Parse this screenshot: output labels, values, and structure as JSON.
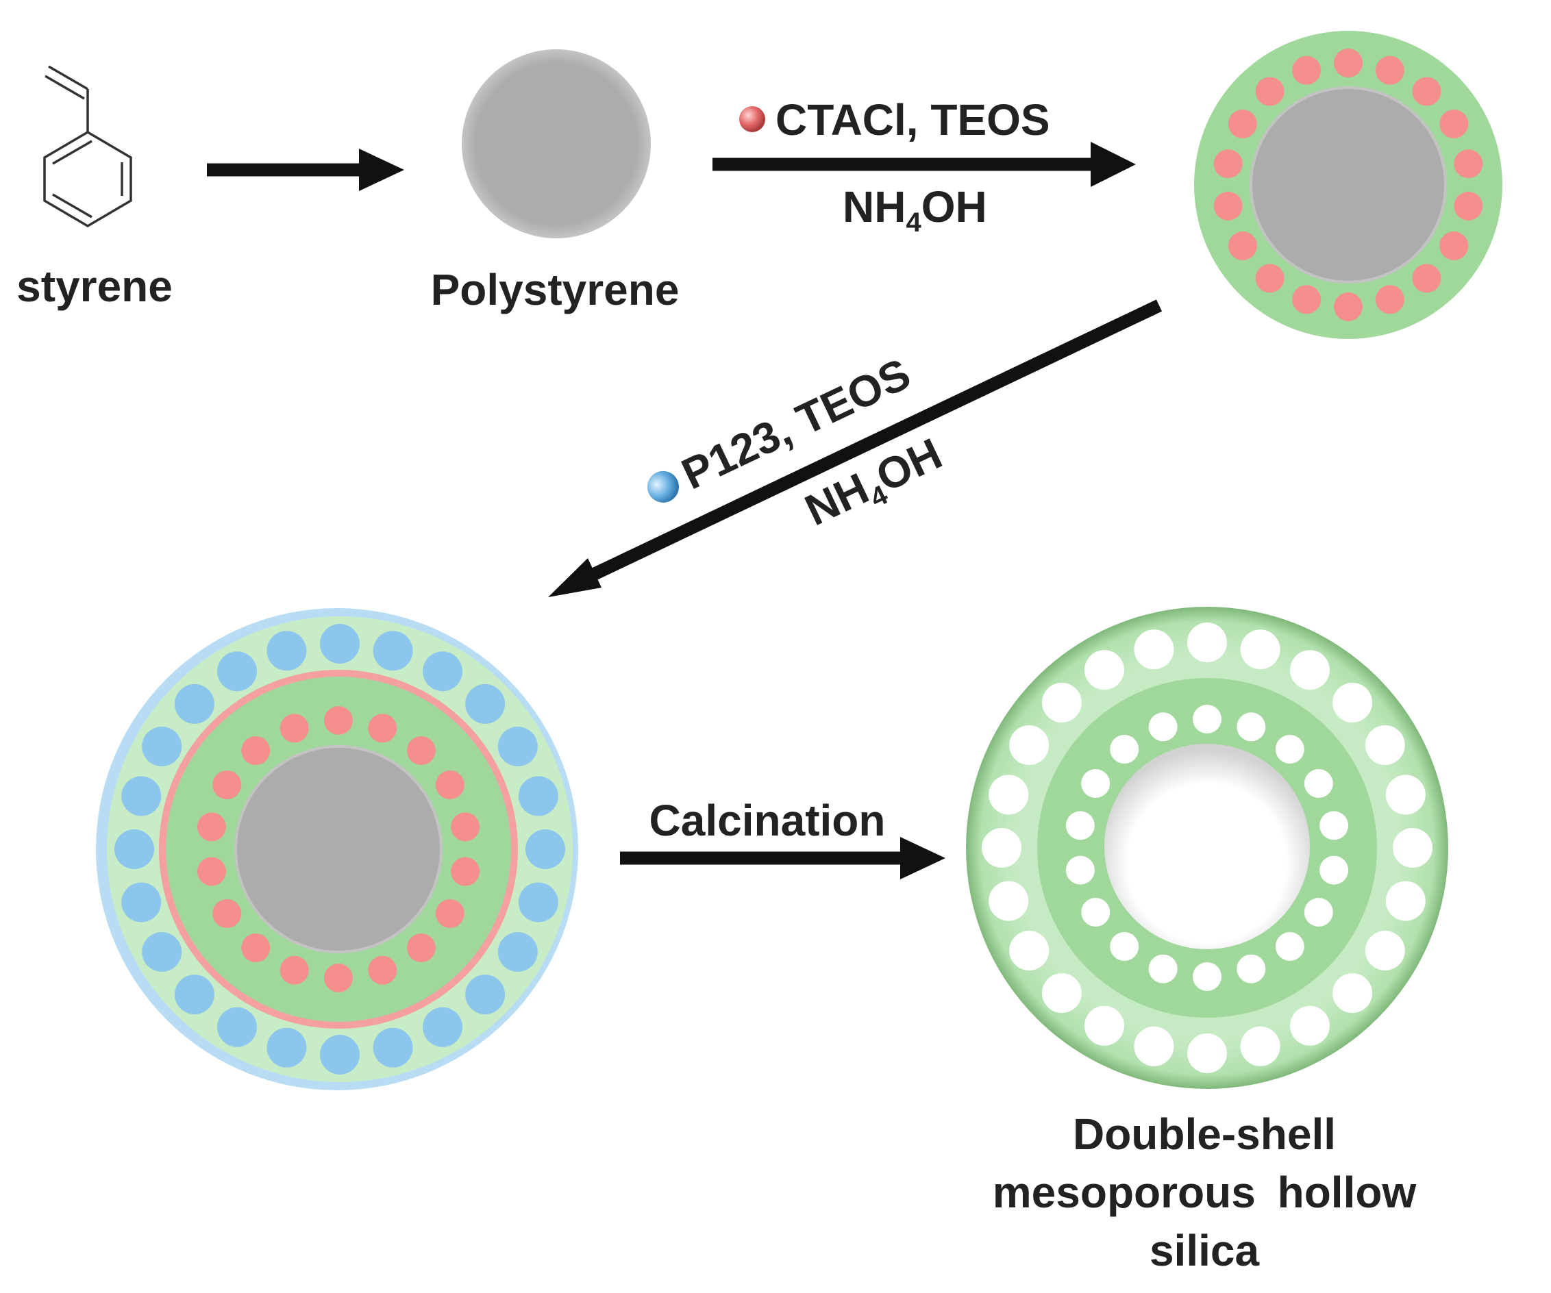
{
  "labels": {
    "styrene": "styrene",
    "polystyrene": "Polystyrene",
    "step1_reagents": "CTACl, TEOS",
    "step1_base": "NH",
    "step1_base_sub": "4",
    "step1_base_suffix": "OH",
    "step2_reagents": "P123, TEOS",
    "step2_base": "NH",
    "step2_base_sub": "4",
    "step2_base_suffix": "OH",
    "step3": "Calcination",
    "product_line1": "Double-shell",
    "product_line2": "mesoporous hollow",
    "product_line3": "silica"
  },
  "colors": {
    "core_gray": "#acacac",
    "silica_green": "#9fd89a",
    "silica_light_green": "#c8ecc6",
    "ctacl_pink": "#f58f8f",
    "p123_blue": "#8cc6ec",
    "outline_blue": "#b8dcf4",
    "arrow": "#111111",
    "pore_white": "#ffffff"
  }
}
